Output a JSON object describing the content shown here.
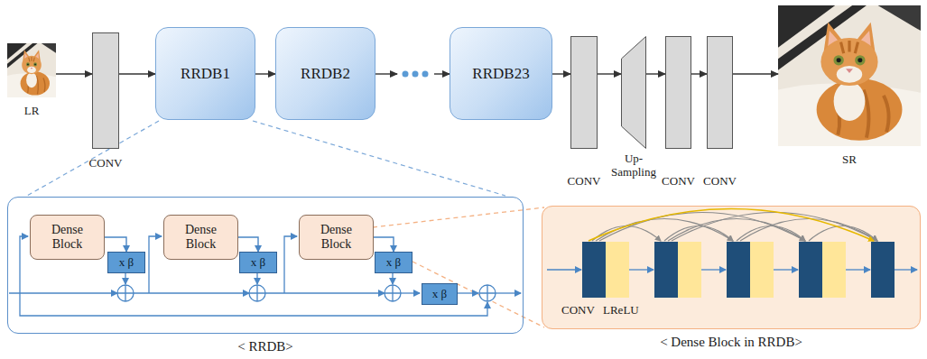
{
  "diagram": {
    "nodes": [
      {
        "text": [
          "LR"
        ]
      },
      {
        "text": [
          "CONV"
        ]
      },
      {
        "text": [
          "RRDB1"
        ]
      },
      {
        "text": [
          "RRDB2"
        ]
      },
      {
        "text": [
          "RRDB23"
        ]
      },
      {
        "text": [
          "CONV"
        ]
      },
      {
        "text": [
          "Up- Sampling"
        ]
      },
      {
        "text": [
          "CONV"
        ]
      },
      {
        "text": [
          "CONV"
        ]
      },
      {
        "text": [
          "SR"
        ]
      },
      {
        "text": [
          "< RRDB>"
        ]
      },
      {
        "text": [
          "Dense Block"
        ],
        "in": 10
      },
      {
        "text": [
          "x β"
        ],
        "in": 10
      },
      {
        "text": [
          "Dense Block"
        ],
        "in": 10
      },
      {
        "text": [
          "x β"
        ],
        "in": 10
      },
      {
        "text": [
          "Dense Block"
        ],
        "in": 10
      },
      {
        "text": [
          "x β"
        ],
        "in": 10
      },
      {
        "text": [
          "x β"
        ],
        "in": 10
      },
      {
        "text": [
          "< Dense Block in RRDB>"
        ]
      }
    ],
    "edges": [
      {
        "from": 0,
        "to": 1,
        "arrow": "to"
      },
      {
        "from": 1,
        "to": 2,
        "arrow": "to"
      },
      {
        "from": 2,
        "to": 3,
        "arrow": "to"
      },
      {
        "from": 3,
        "to": 4,
        "arrow": "to"
      },
      {
        "from": 4,
        "to": 5,
        "arrow": "to"
      },
      {
        "from": 5,
        "to": 6,
        "arrow": "to"
      },
      {
        "from": 6,
        "to": 7,
        "arrow": "to"
      },
      {
        "from": 7,
        "to": 8,
        "arrow": "to"
      },
      {
        "from": 8,
        "to": 9,
        "arrow": "to"
      },
      {
        "from": 11,
        "to": 12,
        "arrow": "to"
      },
      {
        "from": 13,
        "to": 14,
        "arrow": "to"
      },
      {
        "from": 15,
        "to": 16,
        "arrow": "to"
      }
    ],
    "labels": [
      "CONV",
      "LReLU"
    ]
  }
}
